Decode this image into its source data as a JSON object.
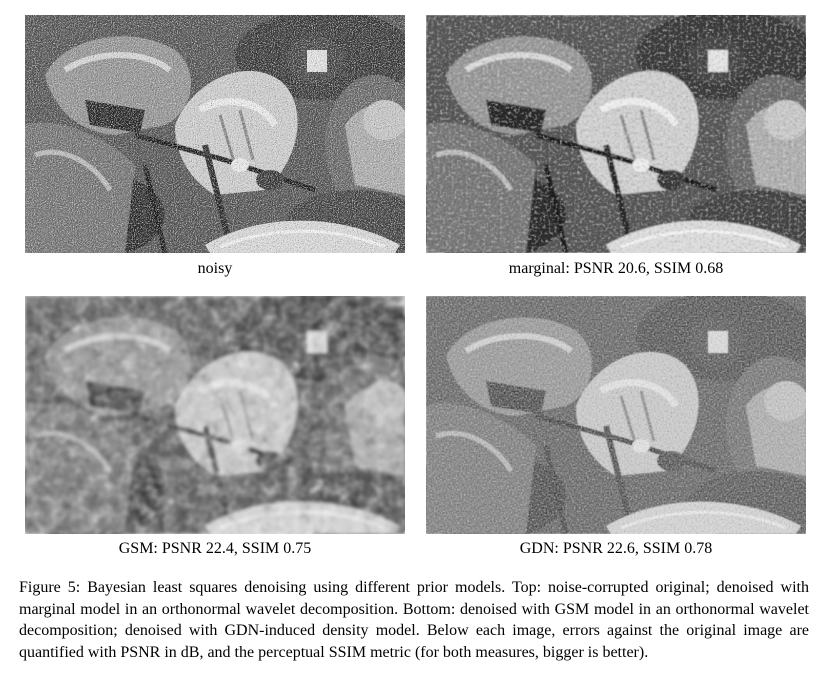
{
  "figure": {
    "panels": [
      {
        "label": "noisy",
        "variant": "noisy"
      },
      {
        "label": "marginal: PSNR 20.6, SSIM 0.68",
        "variant": "marginal"
      },
      {
        "label": "GSM: PSNR 22.4, SSIM 0.75",
        "variant": "gsm"
      },
      {
        "label": "GDN: PSNR 22.6, SSIM 0.78",
        "variant": "gdn"
      }
    ],
    "caption": "Figure 5: Bayesian least squares denoising using different prior models. Top: noise-corrupted original; denoised with marginal model in an orthonormal wavelet decomposition. Bottom: denoised with GSM model in an orthonormal wavelet decomposition; denoised with GDN-induced density model. Below each image, errors against the original image are quantified with PSNR in dB, and the perceptual SSIM metric (for both measures, bigger is better)."
  }
}
